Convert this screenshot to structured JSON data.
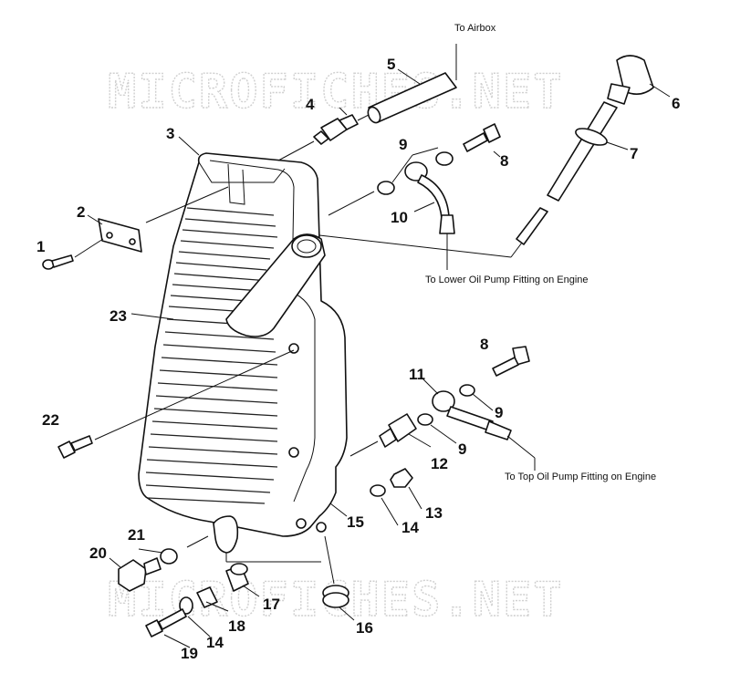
{
  "watermark": "MICROFICHES.NET",
  "notes": {
    "airbox": "To Airbox",
    "lower_pump": "To Lower Oil Pump Fitting on Engine",
    "top_pump": "To Top Oil Pump Fitting on Engine"
  },
  "callouts": {
    "c1": "1",
    "c2": "2",
    "c3": "3",
    "c4": "4",
    "c5": "5",
    "c6": "6",
    "c7": "7",
    "c8": "8",
    "c9": "9",
    "c10": "10",
    "c11": "11",
    "c12": "12",
    "c13": "13",
    "c14": "14",
    "c15": "15",
    "c16": "16",
    "c17": "17",
    "c18": "18",
    "c19": "19",
    "c20": "20",
    "c21": "21",
    "c22": "22",
    "c23": "23"
  }
}
